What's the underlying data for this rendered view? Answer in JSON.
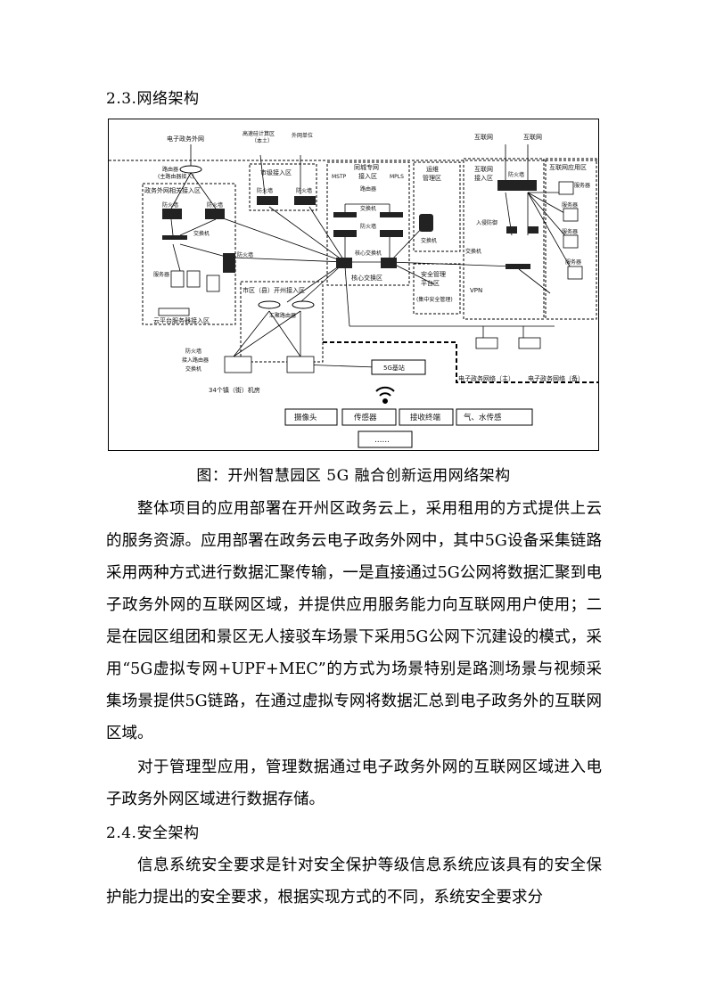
{
  "section_2_3": {
    "heading": "2.3.网络架构"
  },
  "figure": {
    "caption": "图：开州智慧园区 5G 融合创新运用网络架构",
    "labels": {
      "egov_external": "电子政务外网",
      "high_zone": "高速硅计算区",
      "high_zone_sub": "（本土）",
      "external_unit": "外网单位",
      "internet": "互联网",
      "public_net": "互联网",
      "router_top": "路由器",
      "router_top_sub": "(主路由器接入)",
      "dept_access": "政务外网相关接入区",
      "firewall_a": "防火墙",
      "switch_a": "交换机",
      "firewall_b": "防火墙",
      "firewall_c": "防火墙",
      "servers_a": "服务器",
      "egov_cloud": "云平台服务器接入区",
      "dedicated_access": "市级接入区",
      "mstp": "MSTP",
      "mpls": "MPLS",
      "private_access": "同城专网",
      "private_access_sub": "接入区",
      "firewall_d": "防火墙",
      "switch_d": "交换机",
      "router_d": "路由器",
      "firewall_e": "防火墙",
      "mgmt_zone": "运维",
      "mgmt_zone_sub": "管理区",
      "switch_e": "交换机",
      "core_switch": "核心交换机",
      "core_area": "核心交换区",
      "internet_access": "互联网",
      "internet_access_sub": "接入区",
      "firewall_f": "防火墙",
      "app_zone": "互联网应用区",
      "server_g1": "服务器",
      "server_g2": "服务器",
      "server_g3": "服务器",
      "server_g4": "服务器",
      "ips": "入侵防御",
      "fw_internet": "防火墙",
      "switch_f": "交换机",
      "vpn": "VPN",
      "sec_mgmt": "安全管理",
      "sec_mgmt_sub": "平台区",
      "sec_mgmt_sub2": "(集中安全管理)",
      "county_access": "市区（县）开州接入区",
      "aggregation": "汇聚路由器",
      "firewall_access": "防火墙",
      "access_router": "接入路由器",
      "access_switch": "交换机",
      "town_count": "34个镇（街）机房",
      "base_5g": "5G基站",
      "metro_main": "电子政务网络（主）",
      "metro_backup": "电子政务网络（备）",
      "camera": "摄像头",
      "sensor": "传感器",
      "terminal": "接收终端",
      "gas_sensor": "气、水传感",
      "more": "……"
    }
  },
  "paragraphs": {
    "p1": "整体项目的应用部署在开州区政务云上，采用租用的方式提供上云的服务资源。应用部署在政务云电子政务外网中，其中5G设备采集链路采用两种方式进行数据汇聚传输，一是直接通过5G公网将数据汇聚到电子政务外网的互联网区域，并提供应用服务能力向互联网用户使用；二是在园区组团和景区无人接驳车场景下采用5G公网下沉建设的模式，采用“5G虚拟专网+UPF+MEC”的方式为场景特别是路测场景与视频采集场景提供5G链路，在通过虚拟专网将数据汇总到电子政务外的互联网区域。",
    "p2": "对于管理型应用，管理数据通过电子政务外网的互联网区域进入电子政务外网区域进行数据存储。",
    "p3": "信息系统安全要求是针对安全保护等级信息系统应该具有的安全保护能力提出的安全要求，根据实现方式的不同，系统安全要求分"
  },
  "section_2_4": {
    "heading": "2.4.安全架构"
  }
}
